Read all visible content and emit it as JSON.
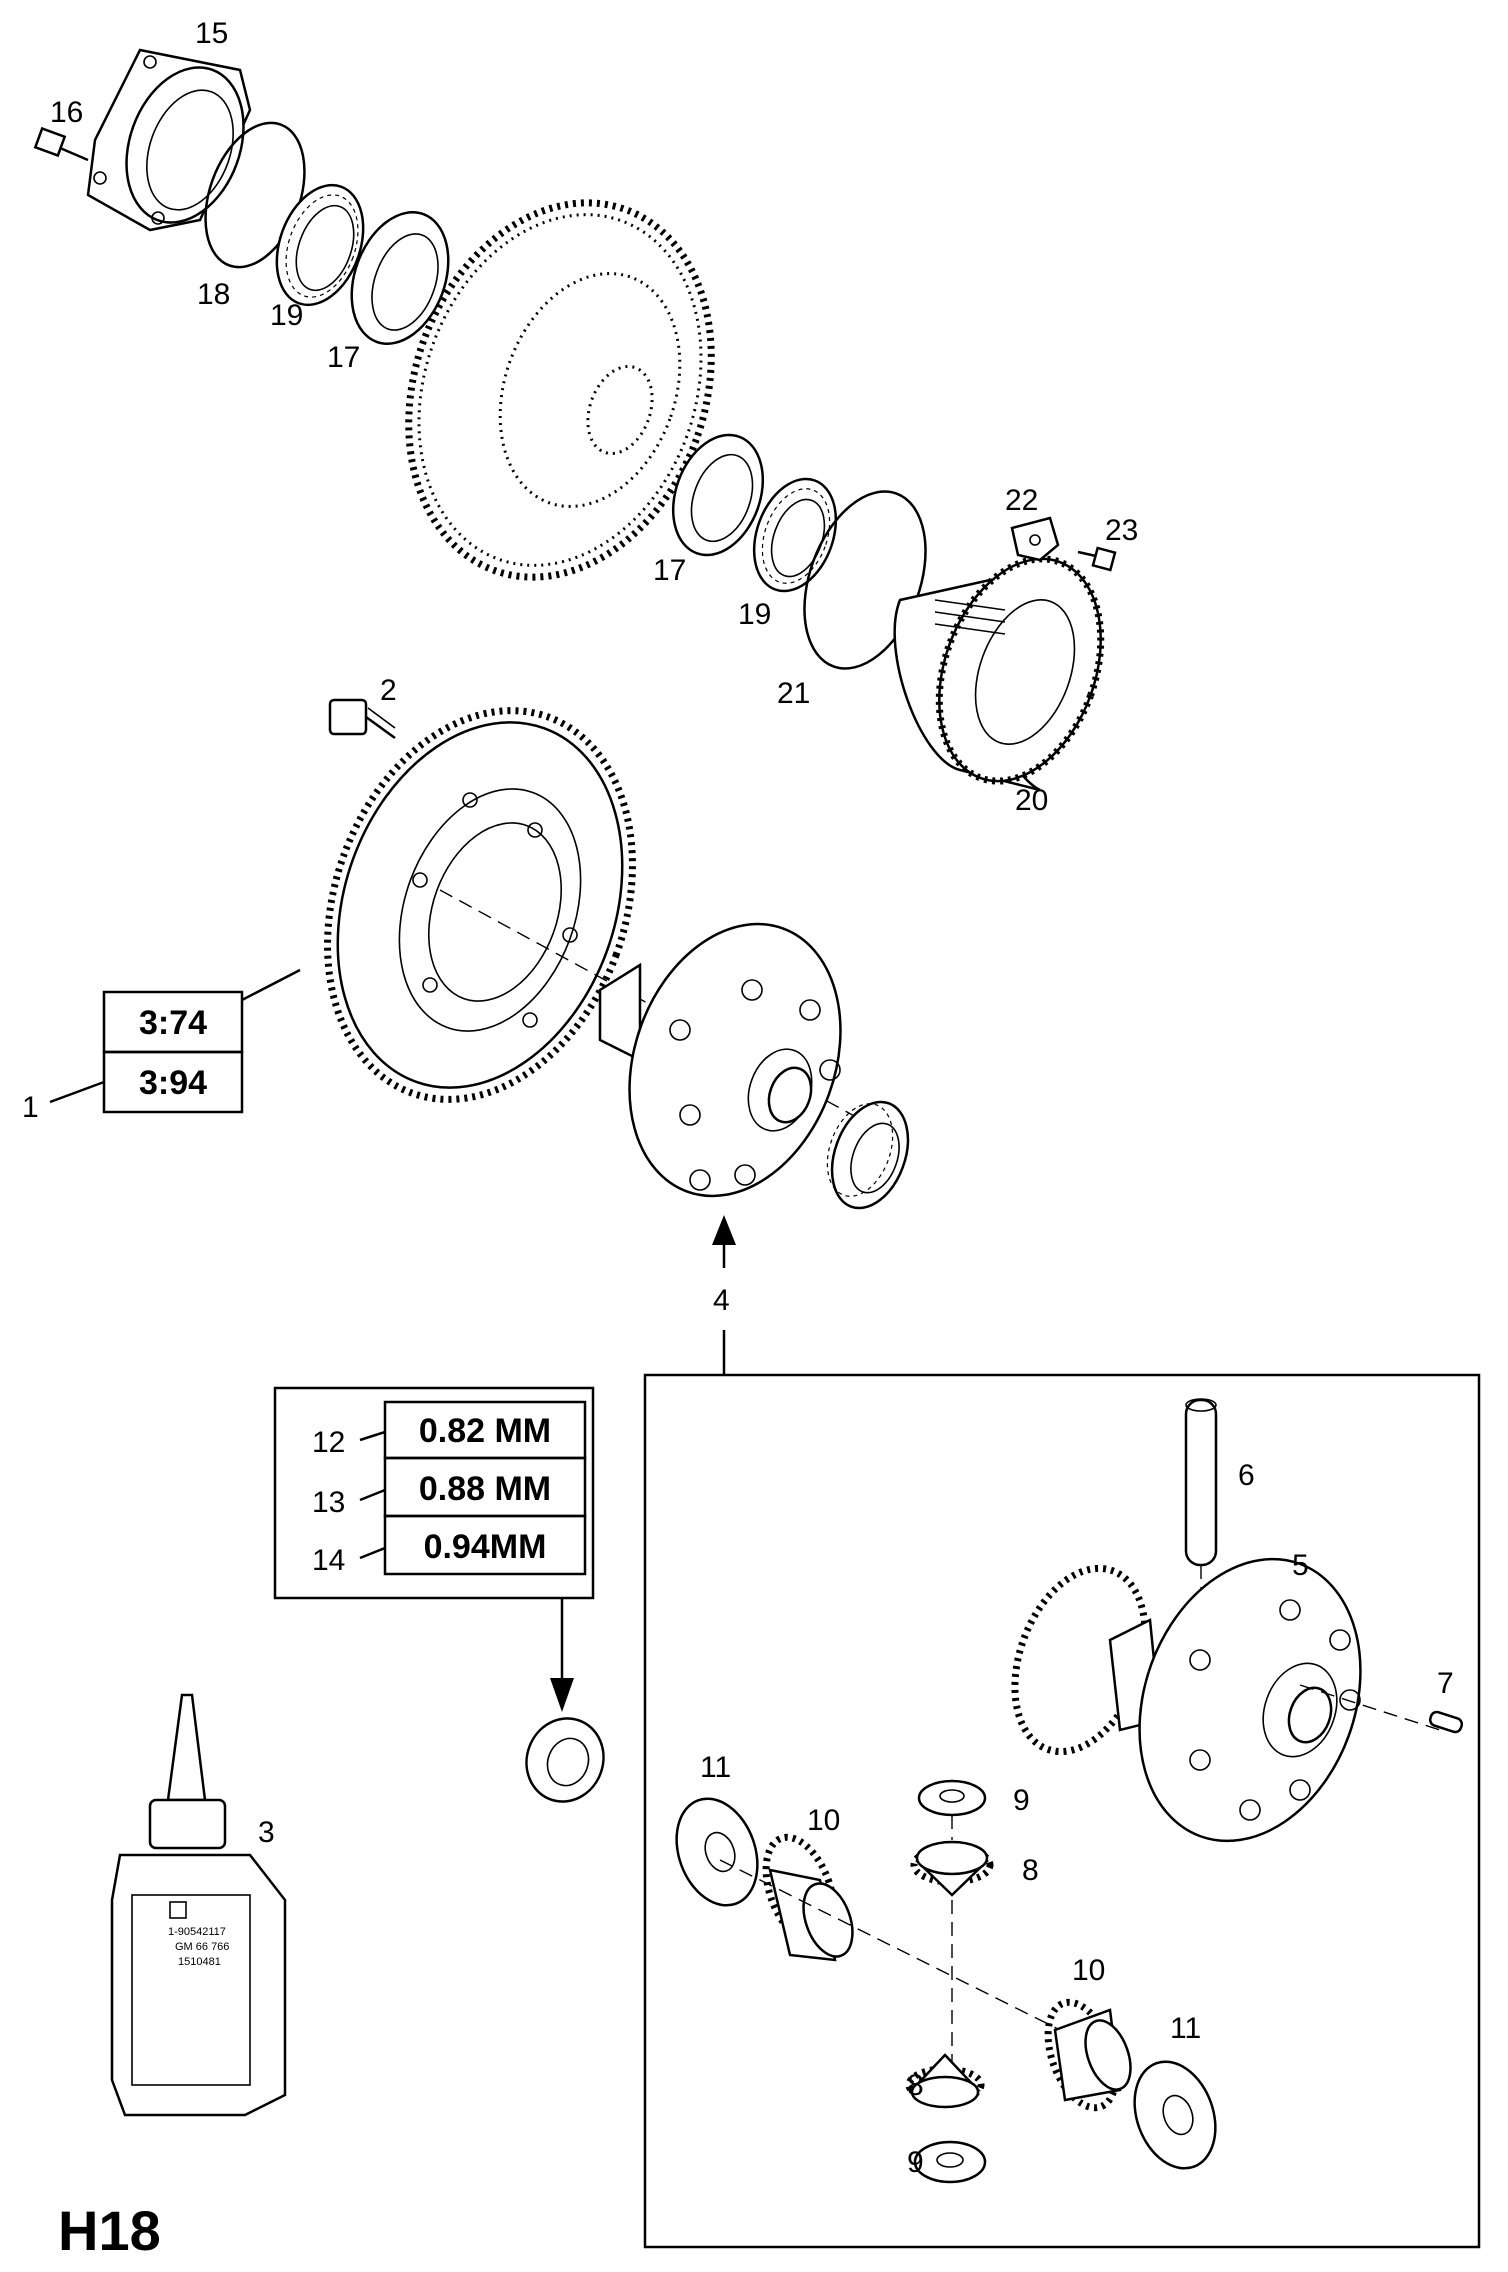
{
  "diagram_code": "H18",
  "callouts": {
    "c1": "1",
    "c2": "2",
    "c3": "3",
    "c4": "4",
    "c5": "5",
    "c6": "6",
    "c7": "7",
    "c8a": "8",
    "c8b": "8",
    "c9a": "9",
    "c9b": "9",
    "c10a": "10",
    "c10b": "10",
    "c11a": "11",
    "c11b": "11",
    "c12": "12",
    "c13": "13",
    "c14": "14",
    "c15": "15",
    "c16": "16",
    "c17a": "17",
    "c17b": "17",
    "c18": "18",
    "c19a": "19",
    "c19b": "19",
    "c20": "20",
    "c21": "21",
    "c22": "22",
    "c23": "23"
  },
  "ratio_boxes": [
    "3:74",
    "3:94"
  ],
  "shim_thickness_boxes": [
    {
      "item": "12",
      "label": "0.82 MM"
    },
    {
      "item": "13",
      "label": "0.88 MM"
    },
    {
      "item": "14",
      "label": "0.94MM"
    }
  ],
  "bottle_label": {
    "line1": "1-90542117",
    "line2": "GM 66 766",
    "line3": "1510481"
  }
}
